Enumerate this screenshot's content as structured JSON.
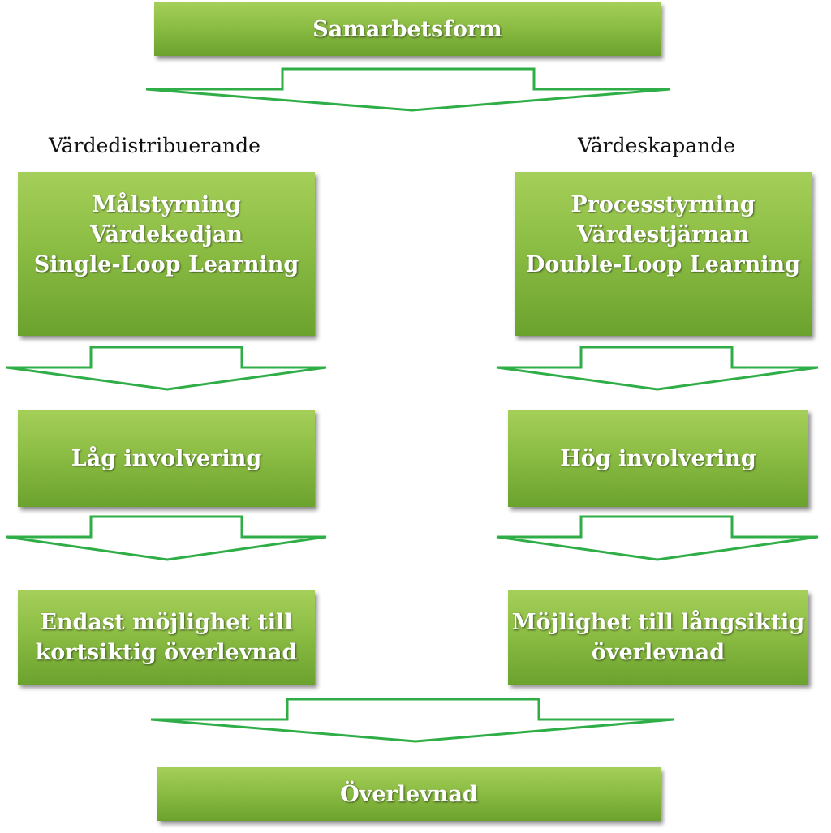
{
  "top": {
    "label": "Samarbetsform"
  },
  "left": {
    "heading": "Värdedistribuerande",
    "concepts": [
      "Målstyrning",
      "Värdekedjan",
      "Single-Loop Learning"
    ],
    "involvement": "Låg involvering",
    "outcome": [
      "Endast möjlighet till",
      "kortsiktig överlevnad"
    ]
  },
  "right": {
    "heading": "Värdeskapande",
    "concepts": [
      "Processtyrning",
      "Värdestjärnan",
      "Double-Loop Learning"
    ],
    "involvement": "Hög involvering",
    "outcome": [
      "Möjlighet till långsiktig",
      "överlevnad"
    ]
  },
  "bottom": {
    "label": "Överlevnad"
  },
  "colors": {
    "box_light": "#a5cf5a",
    "box_dark": "#6ba22e",
    "arrow_stroke": "#2fae47",
    "text": "#ffffff"
  }
}
